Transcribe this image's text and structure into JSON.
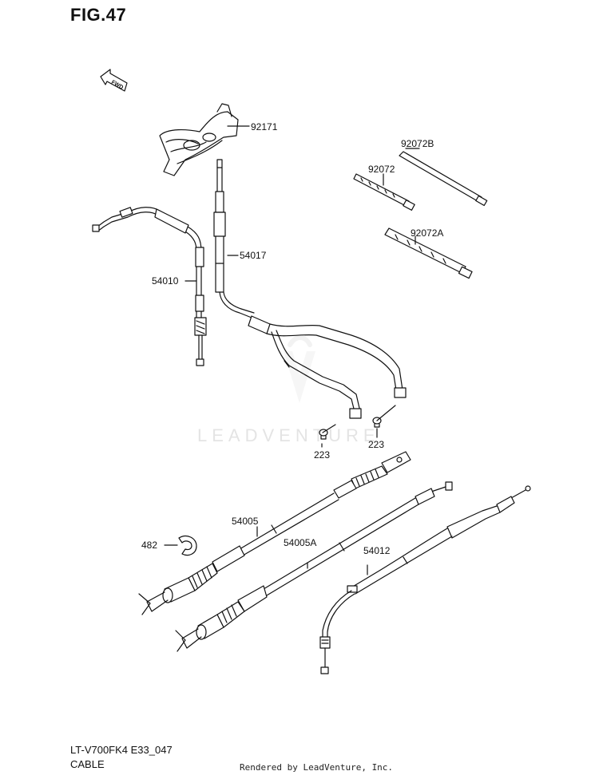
{
  "figure": {
    "title": "FIG.47",
    "fwd_label": "FWD",
    "watermark": "LEADVENTURE"
  },
  "callouts": {
    "c92171": "92171",
    "c92072B": "92072B",
    "c92072": "92072",
    "c92072A": "92072A",
    "c54017": "54017",
    "c54010": "54010",
    "c223a": "223",
    "c223b": "223",
    "c54005": "54005",
    "c482": "482",
    "c54005A": "54005A",
    "c54012": "54012"
  },
  "footer": {
    "model_code": "LT-V700FK4 E33_047",
    "section_name": "CABLE",
    "rendered_by": "Rendered by LeadVenture, Inc."
  }
}
